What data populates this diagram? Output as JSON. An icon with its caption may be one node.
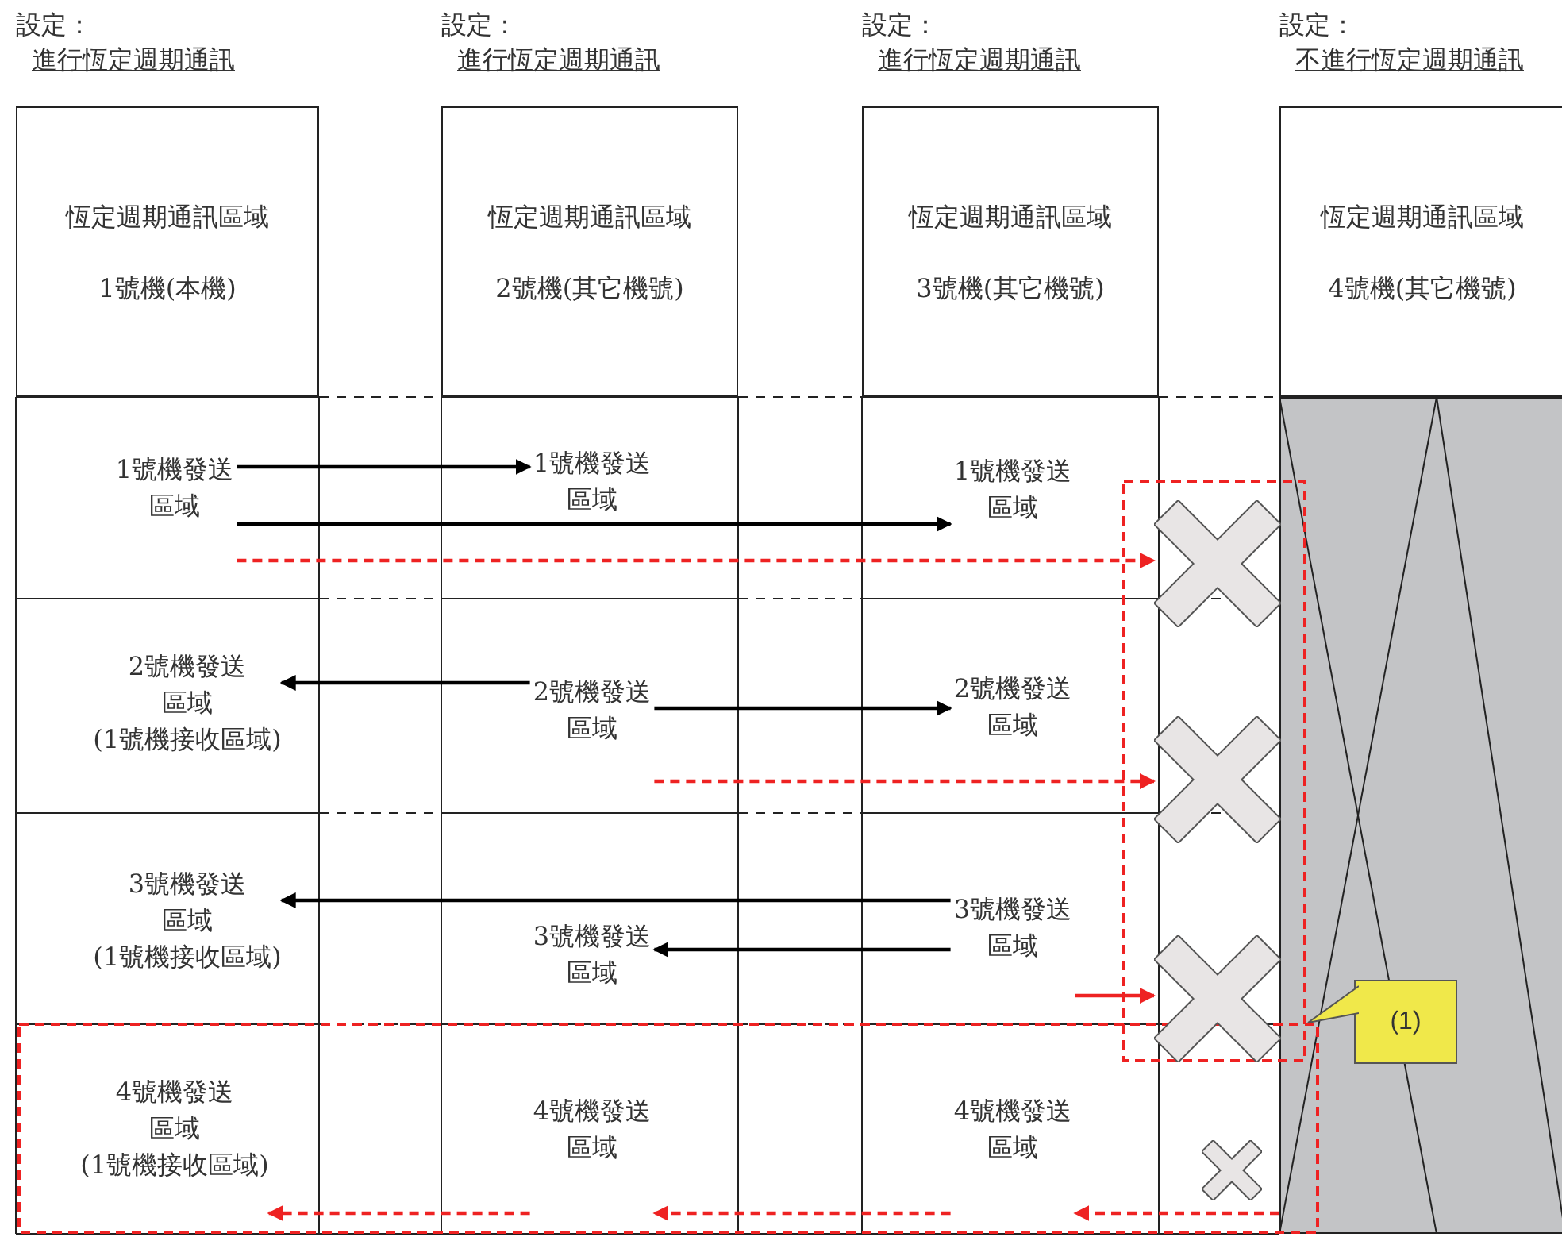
{
  "diagram": {
    "nodes": [
      {
        "text": [
          "恆定週期通訊區域",
          "1號機(本機)"
        ],
        "beside": [
          "設定：",
          "進行恆定週期通訊"
        ]
      },
      {
        "text": [
          "恆定週期通訊區域",
          "2號機(其它機號)"
        ],
        "beside": [
          "設定：",
          "進行恆定週期通訊"
        ]
      },
      {
        "text": [
          "恆定週期通訊區域",
          "3號機(其它機號)"
        ],
        "beside": [
          "設定：",
          "進行恆定週期通訊"
        ]
      },
      {
        "text": [
          "恆定週期通訊區域",
          "4號機(其它機號)"
        ],
        "beside": [
          "設定：",
          "不進行恆定週期通訊"
        ]
      },
      {
        "text": [
          "1號機發送區域"
        ]
      },
      {
        "text": [
          "2號機發送區域",
          "(1號機接收區域)"
        ]
      },
      {
        "text": [
          "3號機發送區域",
          "(1號機接收區域)"
        ]
      },
      {
        "text": [
          "4號機發送區域",
          "(1號機接收區域)"
        ]
      },
      {
        "text": [
          "1號機發送區域"
        ]
      },
      {
        "text": [
          "2號機發送區域"
        ]
      },
      {
        "text": [
          "3號機發送區域"
        ]
      },
      {
        "text": [
          "4號機發送區域"
        ]
      },
      {
        "text": [
          "1號機發送區域"
        ]
      },
      {
        "text": [
          "2號機發送區域"
        ]
      },
      {
        "text": [
          "3號機發送區域"
        ]
      },
      {
        "text": [
          "4號機發送區域"
        ]
      },
      {
        "text": [],
        "shape": "cross"
      },
      {
        "text": [],
        "shape": "cross"
      },
      {
        "text": [],
        "shape": "cross"
      },
      {
        "text": [],
        "shape": "cross"
      },
      {
        "text": [],
        "shape": "box"
      },
      {
        "text": [
          "(1)"
        ],
        "in": 20
      }
    ],
    "edges": [
      {
        "from": 4,
        "to": 8,
        "arrow": "to"
      },
      {
        "from": 4,
        "to": 12,
        "arrow": "to"
      },
      {
        "from": 4,
        "to": 16,
        "arrow": "to",
        "style": "dashed",
        "color": "#ee2222"
      },
      {
        "from": 9,
        "to": 5,
        "arrow": "to"
      },
      {
        "from": 9,
        "to": 13,
        "arrow": "to"
      },
      {
        "from": 9,
        "to": 17,
        "arrow": "to",
        "style": "dashed",
        "color": "#ee2222"
      },
      {
        "from": 14,
        "to": 6,
        "arrow": "to"
      },
      {
        "from": 14,
        "to": 10,
        "arrow": "to"
      },
      {
        "from": 14,
        "to": 18,
        "arrow": "to",
        "color": "#ee2222"
      },
      {
        "from": 20,
        "to": 15,
        "arrow": "to",
        "style": "dashed",
        "color": "#ee2222"
      },
      {
        "from": 15,
        "to": 11,
        "arrow": "to",
        "style": "dashed",
        "color": "#ee2222"
      },
      {
        "from": 11,
        "to": 7,
        "arrow": "to",
        "style": "dashed",
        "color": "#ee2222"
      }
    ]
  }
}
